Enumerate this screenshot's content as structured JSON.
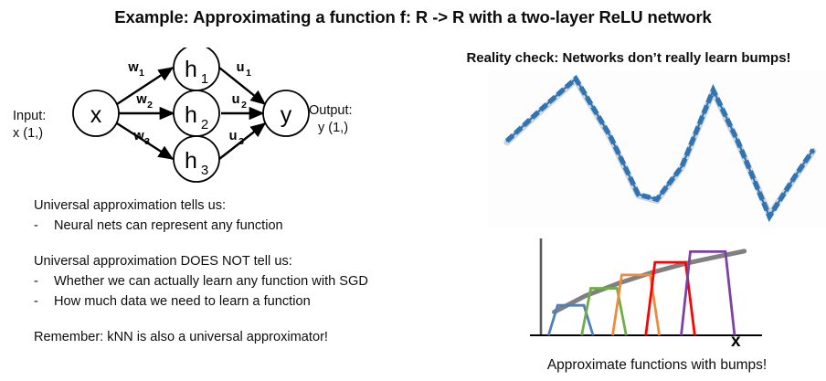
{
  "slide": {
    "title": "Example: Approximating a function f: R -> R with a two-layer ReLU network"
  },
  "diagram": {
    "input_label": "Input:",
    "input_shape": "x (1,)",
    "output_label": "Output:",
    "output_shape": "y (1,)",
    "input_node": "x",
    "output_node": "y",
    "hidden_nodes": [
      "h",
      "h",
      "h"
    ],
    "hidden_subs": [
      "1",
      "2",
      "3"
    ],
    "input_weights": [
      {
        "name": "w",
        "sub": "1"
      },
      {
        "name": "w",
        "sub": "2"
      },
      {
        "name": "w",
        "sub": "3"
      }
    ],
    "output_weights": [
      {
        "name": "u",
        "sub": "1"
      },
      {
        "name": "u",
        "sub": "2"
      },
      {
        "name": "u",
        "sub": "3"
      }
    ]
  },
  "body": {
    "block1_head": "Universal approximation tells us:",
    "block1_bullets": [
      {
        "dash": "-",
        "text": "Neural nets can represent any function"
      }
    ],
    "block2_head": "Universal approximation DOES NOT tell us:",
    "block2_bullets": [
      {
        "dash": "-",
        "text": "Whether we can actually learn any function with SGD"
      },
      {
        "dash": "-",
        "text": "How much data we need to learn a function"
      }
    ],
    "block3_head": "Remember: kNN is also a universal approximator!"
  },
  "right": {
    "reality_heading": "Reality check: Networks don’t really learn bumps!",
    "bump_xlabel": "x",
    "bump_caption": "Approximate functions with bumps!"
  },
  "colors": {
    "curve_blue": "#2E75B6",
    "curve_gray": "#D4D4D4",
    "bump_blue": "#4C7FC0",
    "bump_green": "#6FAD46",
    "bump_orange": "#ED8C3C",
    "bump_red": "#FF0000",
    "bump_purple": "#7D3FA8",
    "target_gray": "#808080",
    "axis_black": "#000000",
    "text_black": "#0D0D0D"
  },
  "chart_data": [
    {
      "type": "line",
      "title": "Reality check: Networks don’t really learn bumps!",
      "xlabel": "",
      "ylabel": "",
      "grid": false,
      "legend": null,
      "xlim": [
        0,
        1
      ],
      "ylim": [
        -1.15,
        1.15
      ],
      "series": [
        {
          "name": "target function (dashed gray)",
          "style": "dashed",
          "color": "#D4D4D4",
          "x": [
            0.02,
            0.13,
            0.24,
            0.35,
            0.44,
            0.5,
            0.58,
            0.68,
            0.76,
            0.86,
            0.94,
            1.0
          ],
          "y": [
            0.12,
            0.62,
            1.1,
            0.2,
            -0.72,
            -0.8,
            -0.28,
            0.92,
            0.1,
            -1.02,
            -0.45,
            -0.02
          ]
        },
        {
          "name": "learned network (solid blue)",
          "style": "solid",
          "color": "#2E75B6",
          "x": [
            0.02,
            0.13,
            0.24,
            0.35,
            0.44,
            0.5,
            0.58,
            0.68,
            0.76,
            0.86,
            0.94,
            1.0
          ],
          "y": [
            0.14,
            0.64,
            1.12,
            0.22,
            -0.7,
            -0.78,
            -0.26,
            0.94,
            0.12,
            -1.05,
            -0.43,
            0.0
          ]
        }
      ]
    },
    {
      "type": "line",
      "title": "Approximate functions with bumps!",
      "xlabel": "x",
      "ylabel": "",
      "grid": false,
      "legend": null,
      "xlim": [
        0,
        1
      ],
      "ylim": [
        0,
        1
      ],
      "series": [
        {
          "name": "target function",
          "style": "solid",
          "color": "#808080",
          "x": [
            0.06,
            0.2,
            0.35,
            0.5,
            0.65,
            0.8,
            0.92
          ],
          "y": [
            0.26,
            0.44,
            0.58,
            0.7,
            0.8,
            0.88,
            0.94
          ]
        },
        {
          "name": "bump 1",
          "style": "bump",
          "color": "#4C7FC0",
          "left": 0.055,
          "right": 0.215,
          "height": 0.335
        },
        {
          "name": "bump 2",
          "style": "bump",
          "color": "#6FAD46",
          "left": 0.205,
          "right": 0.365,
          "height": 0.525
        },
        {
          "name": "bump 3",
          "style": "bump",
          "color": "#ED8C3C",
          "left": 0.345,
          "right": 0.515,
          "height": 0.675
        },
        {
          "name": "bump 4",
          "style": "bump",
          "color": "#FF0000",
          "left": 0.495,
          "right": 0.675,
          "height": 0.815
        },
        {
          "name": "bump 5",
          "style": "bump",
          "color": "#7D3FA8",
          "left": 0.655,
          "right": 0.855,
          "height": 0.935
        }
      ]
    }
  ]
}
